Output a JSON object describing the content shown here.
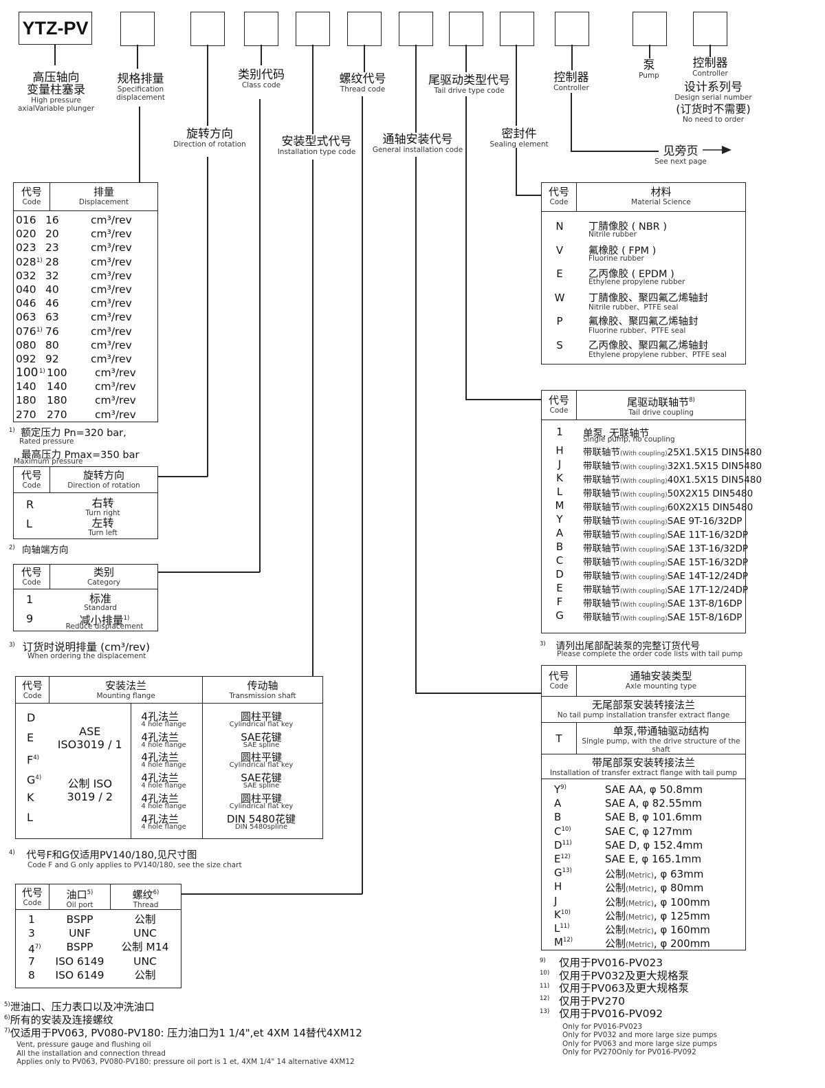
{
  "header": {
    "model": "YTZ-PV",
    "labels": {
      "plunger_cn1": "高压轴向",
      "plunger_cn2": "变量柱塞录",
      "plunger_en1": "High pressure",
      "plunger_en2": "axialVariable plunger",
      "spec_cn": "规格排量",
      "spec_en1": "Specification",
      "spec_en2": "displacement",
      "rot_cn": "旋转方向",
      "rot_en": "Direction of rotation",
      "class_cn": "类别代码",
      "class_en": "Class code",
      "install_cn": "安装型式代号",
      "install_en": "Installation type code",
      "thread_cn": "螺纹代号",
      "thread_en": "Thread code",
      "general_cn": "通轴安装代号",
      "general_en": "General installation code",
      "tail_cn": "尾驱动类型代号",
      "tail_en": "Tail drive type code",
      "seal_cn": "密封件",
      "seal_en": "Sealing element",
      "controller_cn": "控制器",
      "controller_en": "Controller",
      "pump_cn": "泵",
      "pump_en": "Pump",
      "controller2_cn": "控制器",
      "controller2_en": "Controller",
      "design_cn": "设计系列号",
      "design_en": "Design serial number",
      "noneed_cn": "(订货时不需要)",
      "noneed_en": "No need to order",
      "seenext_cn": "见旁页",
      "seenext_en": "See next page"
    }
  },
  "displacement": {
    "h_code_cn": "代号",
    "h_code_en": "Code",
    "h_disp_cn": "排量",
    "h_disp_en": "Displacement",
    "unit": "cm³/rev",
    "rows": [
      {
        "code": "016",
        "sup": "",
        "val": "16"
      },
      {
        "code": "020",
        "sup": "",
        "val": "20"
      },
      {
        "code": "023",
        "sup": "",
        "val": "23"
      },
      {
        "code": "028",
        "sup": "1)",
        "val": "28"
      },
      {
        "code": "032",
        "sup": "",
        "val": "32"
      },
      {
        "code": "040",
        "sup": "",
        "val": "40"
      },
      {
        "code": "046",
        "sup": "",
        "val": "46"
      },
      {
        "code": "063",
        "sup": "",
        "val": "63"
      },
      {
        "code": "076",
        "sup": "1)",
        "val": "76"
      },
      {
        "code": "080",
        "sup": "",
        "val": "80"
      },
      {
        "code": "092",
        "sup": "",
        "val": "92"
      },
      {
        "code": "100",
        "sup": "1)",
        "val": "100"
      },
      {
        "code": "140",
        "sup": "",
        "val": "140"
      },
      {
        "code": "180",
        "sup": "",
        "val": "180"
      },
      {
        "code": "270",
        "sup": "",
        "val": "270"
      }
    ],
    "note1_cn": "额定压力 Pn=320 bar,",
    "note1_en": "Rated pressure",
    "note2_cn": "最高压力 Pmax=350 bar",
    "note2_en": "Maximum pressure"
  },
  "rotation": {
    "h_code_cn": "代号",
    "h_code_en": "Code",
    "h_cn": "旋转方向",
    "h_en": "Direction of rotation",
    "rows": [
      {
        "code": "R",
        "cn": "右转",
        "en": "Turn right"
      },
      {
        "code": "L",
        "cn": "左转",
        "en": "Turn left"
      }
    ],
    "note_cn": "向轴端方向"
  },
  "category": {
    "h_code_cn": "代号",
    "h_code_en": "Code",
    "h_cn": "类别",
    "h_en": "Category",
    "rows": [
      {
        "code": "1",
        "cn": "标准",
        "en": "Standard"
      },
      {
        "code": "9",
        "cn": "减小排量",
        "en": "Reduce displacement"
      }
    ],
    "note_cn": "订货时说明排量  (cm³/rev)",
    "note_en": "When ordering the displacement"
  },
  "mounting": {
    "h_code_cn": "代号",
    "h_code_en": "Code",
    "h_flange_cn": "安装法兰",
    "h_flange_en": "Mounting flange",
    "h_shaft_cn": "传动轴",
    "h_shaft_en": "Transmission shaft",
    "codes": [
      "D",
      "E",
      "F",
      "G",
      "K",
      "L"
    ],
    "std1": "ASE",
    "std2": "ISO3019 / 1",
    "std3": "公制 ISO",
    "std4": "3019 / 2",
    "flange_cn": "4孔法兰",
    "flange_en": "4 hole flange",
    "shafts": [
      {
        "cn": "圆柱平键",
        "en": "Cylindrical flat key"
      },
      {
        "cn": "SAE花键",
        "en": "SAE spline"
      },
      {
        "cn": "圆柱平键",
        "en": "Cylindrical flat key"
      },
      {
        "cn": "SAE花键",
        "en": "SAE spline"
      },
      {
        "cn": "圆柱平键",
        "en": "Cylindrical flat key"
      },
      {
        "cn": "DIN 5480花键",
        "en": "DIN 5480spline"
      }
    ],
    "note_cn": "代号F和G仅适用PV140/180,见尺寸图",
    "note_en": "Code F and G only applies to PV140/180, see the size chart"
  },
  "oilport": {
    "h_code_cn": "代号",
    "h_code_en": "Code",
    "h_oil_cn": "油口",
    "h_oil_en": "Oil port",
    "h_thread_cn": "螺纹",
    "h_thread_en": "Thread",
    "rows": [
      {
        "code": "1",
        "sup": "",
        "oil": "BSPP",
        "thread": "公制"
      },
      {
        "code": "3",
        "sup": "",
        "oil": "UNF",
        "thread": "UNC"
      },
      {
        "code": "4",
        "sup": "7)",
        "oil": "BSPP",
        "thread": "公制  M14"
      },
      {
        "code": "7",
        "sup": "",
        "oil": "ISO 6149",
        "thread": "UNC"
      },
      {
        "code": "8",
        "sup": "",
        "oil": "ISO 6149",
        "thread": "公制"
      }
    ],
    "notes_cn": [
      {
        "n": "5)",
        "t": "泄油口、压力表口以及冲洗油口"
      },
      {
        "n": "6)",
        "t": "所有的安装及连接螺纹"
      },
      {
        "n": "7)",
        "t": "仅适用于PV063, PV080-PV180: 压力油口为1 1/4\",et 4XM 14替代4XM12"
      }
    ],
    "notes_en": [
      "Vent, pressure gauge and flushing oil",
      "All the installation and connection thread",
      "Applies only to PV063, PV080-PV180: pressure oil port is 1 et, 4XM 1/4\" 14 alternative 4XM12"
    ]
  },
  "material": {
    "h_code_cn": "代号",
    "h_code_en": "Code",
    "h_cn": "材料",
    "h_en": "Material Science",
    "rows": [
      {
        "code": "N",
        "cn": "丁腈像胶 ( NBR )",
        "en": "Nitrile rubber"
      },
      {
        "code": "V",
        "cn": "氟橡胶 ( FPM )",
        "en": "Fluorine rubber"
      },
      {
        "code": "E",
        "cn": "乙丙像胶 ( EPDM )",
        "en": "Ethylene propylene rubber"
      },
      {
        "code": "W",
        "cn": "丁腈像胶、聚四氟乙烯轴封",
        "en": "Nitrile rubber、PTFE seal"
      },
      {
        "code": "P",
        "cn": "氟橡胶、聚四氟乙烯轴封",
        "en": "Fluorine rubber、PTFE seal"
      },
      {
        "code": "S",
        "cn": "乙丙像胶、聚四氟乙烯轴封",
        "en": "Ethylene propylene rubber、PTFE seal"
      }
    ]
  },
  "tail": {
    "h_code_cn": "代号",
    "h_code_en": "Code",
    "h_cn": "尾驱动联轴节",
    "h_sup": "8)",
    "h_en": "Tail drive coupling",
    "row1_cn": "单泵, 无联轴节",
    "row1_en": "Single pump, no coupling",
    "with_cn": "带联轴节",
    "with_en": "(With coupling)",
    "rows": [
      {
        "code": "1"
      },
      {
        "code": "H",
        "spec": "25X1.5X15 DIN5480"
      },
      {
        "code": "J",
        "spec": "32X1.5X15 DIN5480"
      },
      {
        "code": "K",
        "spec": "40X1.5X15 DIN5480"
      },
      {
        "code": "L",
        "spec": "50X2X15 DIN5480"
      },
      {
        "code": "M",
        "spec": "60X2X15 DIN5480"
      },
      {
        "code": "Y",
        "spec": "SAE 9T-16/32DP"
      },
      {
        "code": "A",
        "spec": "SAE 11T-16/32DP"
      },
      {
        "code": "B",
        "spec": "SAE 13T-16/32DP"
      },
      {
        "code": "C",
        "spec": "SAE 15T-16/32DP"
      },
      {
        "code": "D",
        "spec": "SAE 14T-12/24DP"
      },
      {
        "code": "E",
        "spec": "SAE 17T-12/24DP"
      },
      {
        "code": "F",
        "spec": "SAE 13T-8/16DP"
      },
      {
        "code": "G",
        "spec": "SAE 15T-8/16DP"
      }
    ],
    "note_cn": "请列出尾部配装泵的完整订货代号",
    "note_en": "Please complete the order code lists with tail pump"
  },
  "axle": {
    "h_code_cn": "代号",
    "h_code_en": "Code",
    "h_cn": "通轴安装类型",
    "h_en": "Axle mounting type",
    "r1_cn": "无尾部泵安装转接法兰",
    "r1_en": "No tail pump installation transfer extract flange",
    "r2_code": "T",
    "r2_cn": "单泵,带通轴驱动结构",
    "r2_en": "Single pump, with the drive structure of the shaft",
    "r3_cn": "带尾部泵安装转接法兰",
    "r3_en": "Installation of transfer extract flange with tail pump",
    "metric_tag": "(Metric)",
    "rows": [
      {
        "code": "Y",
        "sup": "9)",
        "d": "SAE AA,  φ 50.8mm"
      },
      {
        "code": "A",
        "sup": "",
        "d": "SAE  A,  φ 82.55mm"
      },
      {
        "code": "B",
        "sup": "",
        "d": "SAE  B,  φ 101.6mm"
      },
      {
        "code": "C",
        "sup": "10)",
        "d": "SAE  C,  φ 127mm"
      },
      {
        "code": "D",
        "sup": "11)",
        "d": "SAE  D,  φ 152.4mm"
      },
      {
        "code": "E",
        "sup": "12)",
        "d": "SAE  E,  φ 165.1mm"
      },
      {
        "code": "G",
        "sup": "13)",
        "m": "公制",
        "d": ",  φ 63mm"
      },
      {
        "code": "H",
        "sup": "",
        "m": "公制",
        "d": ",  φ 80mm"
      },
      {
        "code": "J",
        "sup": "",
        "m": "公制",
        "d": ",  φ 100mm"
      },
      {
        "code": "K",
        "sup": "10)",
        "m": "公制",
        "d": ",  φ 125mm"
      },
      {
        "code": "L",
        "sup": "11)",
        "m": "公制",
        "d": ",  φ 160mm"
      },
      {
        "code": "M",
        "sup": "12)",
        "m": "公制",
        "d": ",  φ 200mm"
      }
    ],
    "notes_cn": [
      {
        "n": "9)",
        "t": "仅用于PV016-PV023"
      },
      {
        "n": "10)",
        "t": "仅用于PV032及更大规格泵"
      },
      {
        "n": "11)",
        "t": "仅用于PV063及更大规格泵"
      },
      {
        "n": "12)",
        "t": "仅用于PV270"
      },
      {
        "n": "13)",
        "t": "仅用于PV016-PV092"
      }
    ],
    "notes_en": [
      "Only for PV016-PV023",
      "Only for PV032 and more large size pumps",
      "Only for PV063 and more large size pumps",
      "Only for PV270Only for PV016-PV092"
    ]
  },
  "footnote_marks": {
    "n1": "1)",
    "n2": "2)",
    "n3": "3)",
    "n4": "4)",
    "n3b": "3)"
  }
}
